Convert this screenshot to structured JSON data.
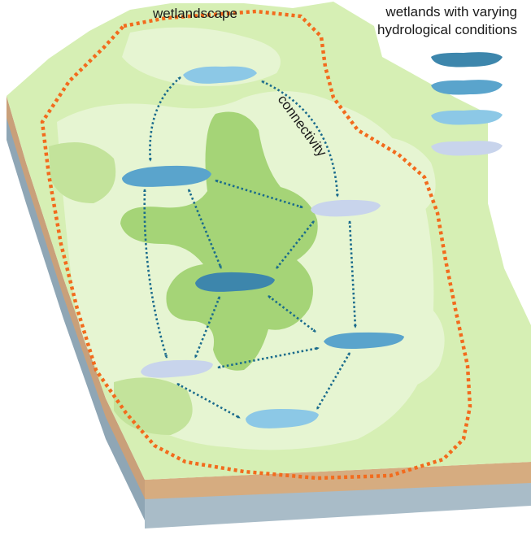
{
  "labels": {
    "wetlandscape": "wetlandscape",
    "connectivity": "connectivity",
    "legend_line1": "wetlands with varying",
    "legend_line2": "hydrological conditions"
  },
  "colors": {
    "boundary": "#f26b1d",
    "arrow": "#1a6b8c",
    "surface": "#d6efb4",
    "patch_light": "#e6f5d2",
    "patch_mid": "#c3e39b",
    "core": "#a5d477",
    "soil_side": "#c9a07a",
    "soil_front": "#d6ac80",
    "base_side": "#8fa6b5",
    "base_front": "#a9bcc8"
  },
  "legend_colors": [
    "#3d86ac",
    "#5aa4cc",
    "#8cc8e6",
    "#c8d4ec"
  ],
  "wetland_colors": [
    "#8cc8e6",
    "#5aa4cc",
    "#c8d4ec",
    "#3d86ac",
    "#5aa4cc",
    "#c8d4ec",
    "#8cc8e6"
  ]
}
